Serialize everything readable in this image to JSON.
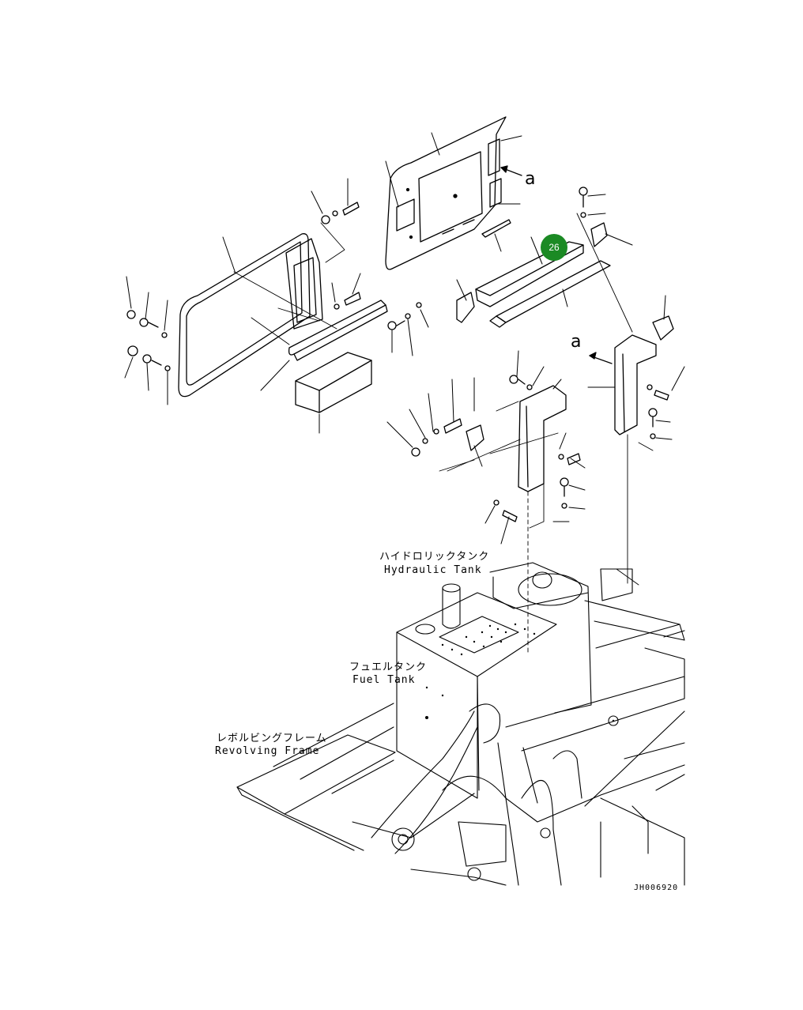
{
  "labels": {
    "hydraulic_tank_jp": "ハイドロリックタンク",
    "hydraulic_tank_en": "Hydraulic Tank",
    "fuel_tank_jp": "フュエルタンク",
    "fuel_tank_en": "Fuel Tank",
    "revolving_frame_jp": "レボルビングフレーム",
    "revolving_frame_en": "Revolving Frame"
  },
  "view_markers": [
    "a",
    "a"
  ],
  "callouts": [
    {
      "number": "26",
      "color": "#1b8a24"
    }
  ],
  "drawing_code": "JH006920"
}
